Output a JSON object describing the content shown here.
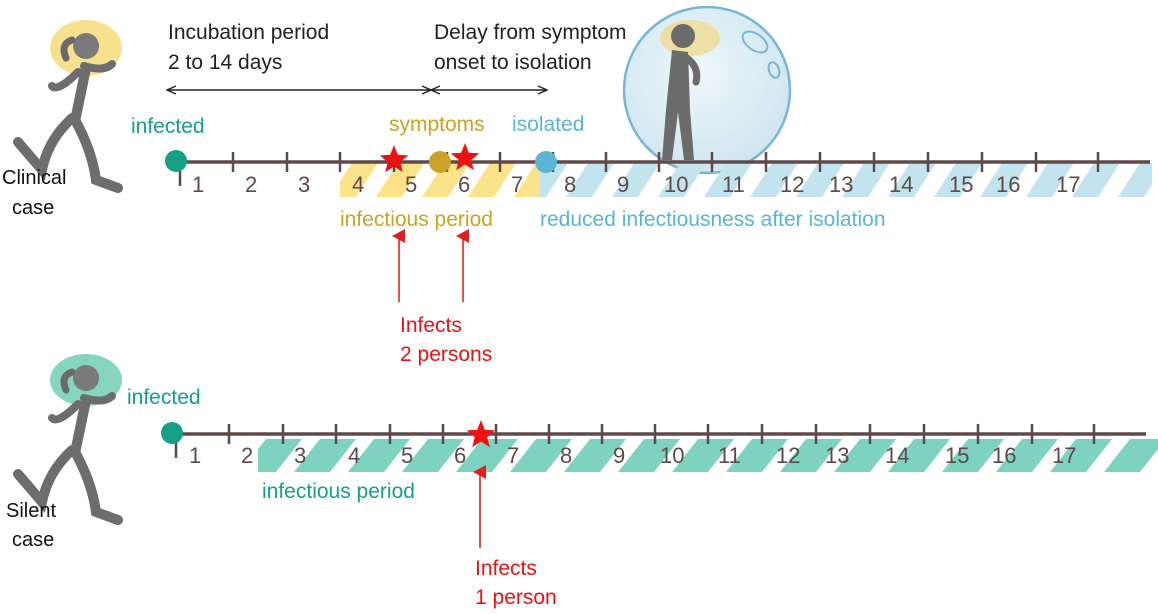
{
  "clinical": {
    "side_label_line1": "Clinical",
    "side_label_line2": "case",
    "incubation_line1": "Incubation period",
    "incubation_line2": "2 to 14 days",
    "delay_line1": "Delay from symptom",
    "delay_line2": "onset to isolation",
    "infected_label": "infected",
    "symptoms_label": "symptoms",
    "isolated_label": "isolated",
    "infectious_label": "infectious period",
    "reduced_label": "reduced infectiousness after isolation",
    "infects_line1": "Infects",
    "infects_line2": "2 persons",
    "day_labels": [
      "1",
      "2",
      "3",
      "4",
      "5",
      "6",
      "7",
      "8",
      "9",
      "10",
      "11",
      "12",
      "13",
      "14",
      "15",
      "16",
      "17"
    ]
  },
  "silent": {
    "side_label_line1": "Silent",
    "side_label_line2": "case",
    "infected_label": "infected",
    "infectious_label": "infectious period",
    "infects_line1": "Infects",
    "infects_line2": "1 person",
    "day_labels": [
      "1",
      "2",
      "3",
      "4",
      "5",
      "6",
      "7",
      "8",
      "9",
      "10",
      "11",
      "12",
      "13",
      "14",
      "15",
      "16",
      "17"
    ]
  },
  "colors": {
    "axis": "#5e4a4a",
    "infected_green": "#16a085",
    "symptom_gold": "#c9a227",
    "isolated_blue": "#5ab4d6",
    "yellow_stripe": "#fbe38a",
    "blue_stripe": "#c3e4ef",
    "teal_stripe": "#7dd3bf",
    "star_red": "#ee1111",
    "arrow_red": "#e02020",
    "label_red": "#ee1111",
    "text_dark": "#222222"
  },
  "icons": {
    "runner": "running-person-icon",
    "bubble": "isolation-bubble-icon",
    "star": "transmission-star-icon"
  }
}
